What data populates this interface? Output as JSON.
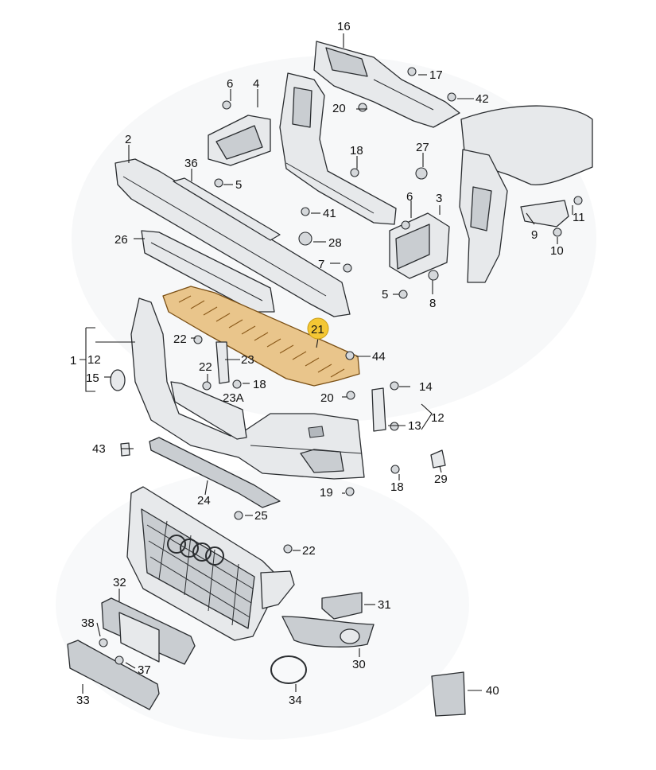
{
  "labels": {
    "l1": "1",
    "l2": "2",
    "l3": "3",
    "l4": "4",
    "l5a": "5",
    "l5b": "5",
    "l6a": "6",
    "l6b": "6",
    "l7": "7",
    "l8": "8",
    "l9": "9",
    "l10": "10",
    "l11": "11",
    "l12a": "12",
    "l12b": "12",
    "l13": "13",
    "l14": "14",
    "l15": "15",
    "l16": "16",
    "l17": "17",
    "l18a": "18",
    "l18b": "18",
    "l18c": "18",
    "l19": "19",
    "l20a": "20",
    "l20b": "20",
    "l21": "21",
    "l22a": "22",
    "l22b": "22",
    "l22c": "22",
    "l23": "23",
    "l23a": "23A",
    "l24": "24",
    "l25": "25",
    "l26": "26",
    "l27": "27",
    "l28": "28",
    "l29": "29",
    "l30": "30",
    "l31": "31",
    "l32": "32",
    "l33": "33",
    "l34": "34",
    "l36": "36",
    "l37": "37",
    "l38": "38",
    "l40": "40",
    "l41": "41",
    "l42": "42",
    "l43": "43",
    "l44": "44"
  },
  "highlighted_part": "21",
  "colors": {
    "highlight_fill": "#e9c58b",
    "badge_fill": "#f4c734",
    "part_fill": "#e7e9eb",
    "outline": "#2a2d30"
  }
}
